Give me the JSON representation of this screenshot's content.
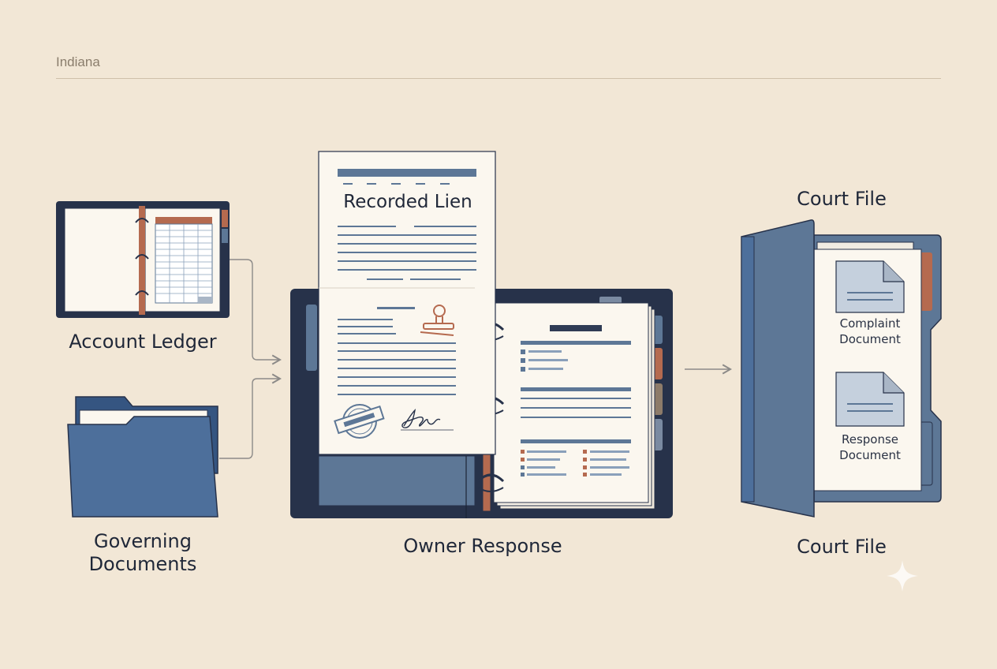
{
  "header": {
    "state": "Indiana"
  },
  "items": {
    "account_ledger": "Account Ledger",
    "governing_documents_line1": "Governing",
    "governing_documents_line2": "Documents",
    "recorded_lien": "Recorded Lien",
    "owner_response": "Owner Response",
    "court_file_top": "Court File",
    "court_file_bottom": "Court File",
    "complaint_line1": "Complaint",
    "complaint_line2": "Document",
    "response_line1": "Response",
    "response_line2": "Document"
  },
  "colors": {
    "background": "#f2e7d6",
    "navy": "#27324a",
    "slate_blue": "#5d7796",
    "folder_blue": "#4d6f9b",
    "rust": "#b56a4f",
    "paper": "#fbf7ef"
  }
}
